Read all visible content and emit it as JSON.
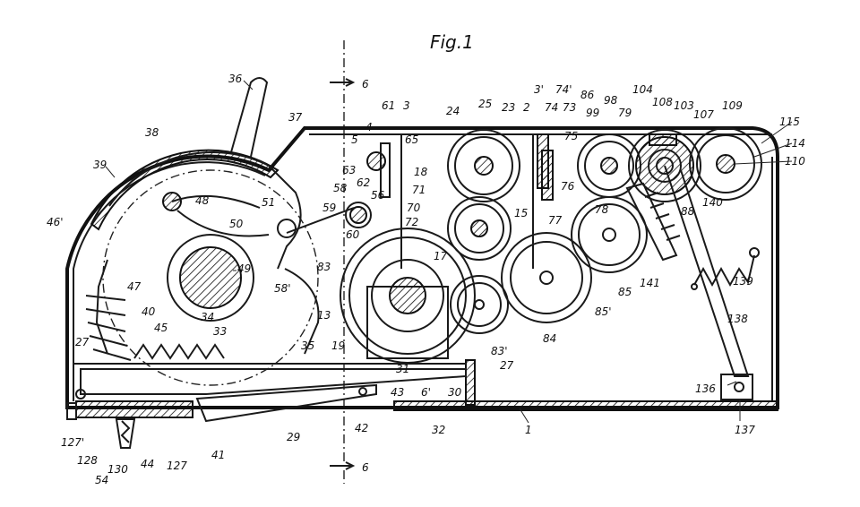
{
  "figure_title": "Fig.1",
  "section_labels": {
    "top": "6",
    "bottom": "6"
  },
  "part_labels": [
    "36",
    "37",
    "38",
    "39",
    "46'",
    "48",
    "51",
    "50",
    "49",
    "34",
    "58'",
    "47",
    "40",
    "45",
    "33",
    "35",
    "27",
    "29",
    "42",
    "43",
    "127'",
    "128",
    "130",
    "44",
    "54",
    "127",
    "41",
    "61",
    "3",
    "4",
    "5",
    "65",
    "63",
    "62",
    "58",
    "56",
    "59",
    "60",
    "83",
    "13",
    "19",
    "31",
    "6'",
    "30",
    "32",
    "24",
    "25",
    "23",
    "18",
    "71",
    "70",
    "72",
    "15",
    "17",
    "83'",
    "84",
    "27",
    "2",
    "3'",
    "74",
    "74'",
    "73",
    "75",
    "76",
    "77",
    "86",
    "99",
    "98",
    "79",
    "104",
    "108",
    "103",
    "107",
    "109",
    "115",
    "114",
    "110",
    "140",
    "88",
    "78",
    "85",
    "85'",
    "141",
    "139",
    "138",
    "136",
    "137",
    "1"
  ]
}
